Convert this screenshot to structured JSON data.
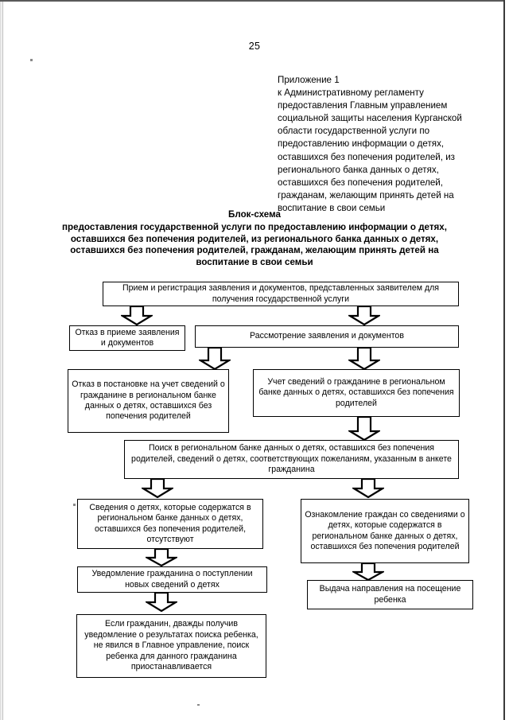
{
  "document": {
    "page_number": "25",
    "header_block": [
      "Приложение 1",
      "к Административному регламенту",
      "предоставления Главным управлением",
      "социальной защиты населения Курганской",
      "области государственной услуги по",
      "предоставлению информации о детях,",
      "оставшихся без попечения родителей, из",
      "регионального банка данных о детях,",
      "оставшихся без попечения родителей,",
      "гражданам, желающим принять детей на",
      "воспитание в свои семьи"
    ],
    "title_main": "Блок-схема",
    "title_sub": "предоставления государственной услуги по предоставлению информации о детях, оставшихся без попечения родителей, из регионального банка данных о детях, оставшихся без попечения родителей, гражданам, желающим принять детей на воспитание в свои семьи"
  },
  "chart_data": {
    "type": "diagram",
    "title": "Блок-схема предоставления государственной услуги",
    "nodes": [
      {
        "id": "n1",
        "label": "Прием и регистрация заявления и документов, представленных заявителем для получения государственной услуги"
      },
      {
        "id": "n2",
        "label": "Отказ в приеме заявления и документов"
      },
      {
        "id": "n3",
        "label": "Рассмотрение заявления и документов"
      },
      {
        "id": "n4",
        "label": "Отказ в постановке на учет сведений о гражданине в региональном банке данных о детях, оставшихся без попечения родителей"
      },
      {
        "id": "n5",
        "label": "Учет сведений о гражданине в региональном банке данных о детях, оставшихся без попечения родителей"
      },
      {
        "id": "n6",
        "label": "Поиск в региональном банке данных о детях, оставшихся без попечения родителей, сведений о детях, соответствующих пожеланиям, указанным в анкете гражданина"
      },
      {
        "id": "n7",
        "label": "Сведения о детях, которые содержатся в региональном банке данных о детях, оставшихся без попечения родителей, отсутствуют"
      },
      {
        "id": "n8",
        "label": "Ознакомление граждан со сведениями о детях, которые содержатся в региональном банке данных о детях, оставшихся без попечения родителей"
      },
      {
        "id": "n9",
        "label": "Уведомление гражданина о поступлении новых сведений о детях"
      },
      {
        "id": "n10",
        "label": "Выдача направления на посещение ребенка"
      },
      {
        "id": "n11",
        "label": "Если гражданин, дважды получив уведомление о результатах поиска ребенка, не явился в Главное управление, поиск ребенка для данного гражданина приостанавливается"
      }
    ],
    "edges": [
      {
        "from": "n1",
        "to": "n2"
      },
      {
        "from": "n1",
        "to": "n3"
      },
      {
        "from": "n3",
        "to": "n4"
      },
      {
        "from": "n3",
        "to": "n5"
      },
      {
        "from": "n5",
        "to": "n6"
      },
      {
        "from": "n6",
        "to": "n7"
      },
      {
        "from": "n6",
        "to": "n8"
      },
      {
        "from": "n7",
        "to": "n9"
      },
      {
        "from": "n8",
        "to": "n10"
      },
      {
        "from": "n9",
        "to": "n11"
      }
    ],
    "colors": {
      "stroke": "#000000",
      "fill": "#ffffff"
    }
  }
}
